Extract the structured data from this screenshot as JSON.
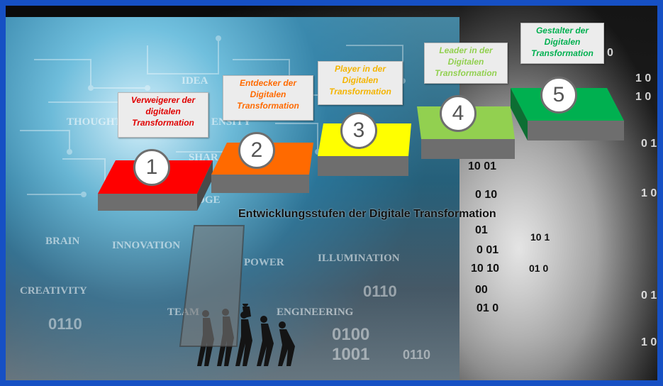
{
  "title": "Entwicklungsstufen der Digitale Transformation",
  "colors": {
    "frame": "#1650c4",
    "stage1": "#ff0000",
    "stage2": "#ff6a00",
    "stage3": "#ffff00",
    "stage4": "#92d050",
    "stage5": "#00b050",
    "label1": "#e00000",
    "label2": "#ff6a00",
    "label3": "#f4b400",
    "label4": "#92d050",
    "label5": "#00b050"
  },
  "stages": [
    {
      "number": "1",
      "label": "Verweigerer der digitalen Transformation"
    },
    {
      "number": "2",
      "label": "Entdecker der Digitalen Transformation"
    },
    {
      "number": "3",
      "label": "Player in der Digitalen Transformation"
    },
    {
      "number": "4",
      "label": "Leader in der Digitalen Transformation"
    },
    {
      "number": "5",
      "label": "Gestalter der Digitalen Transformation"
    }
  ]
}
